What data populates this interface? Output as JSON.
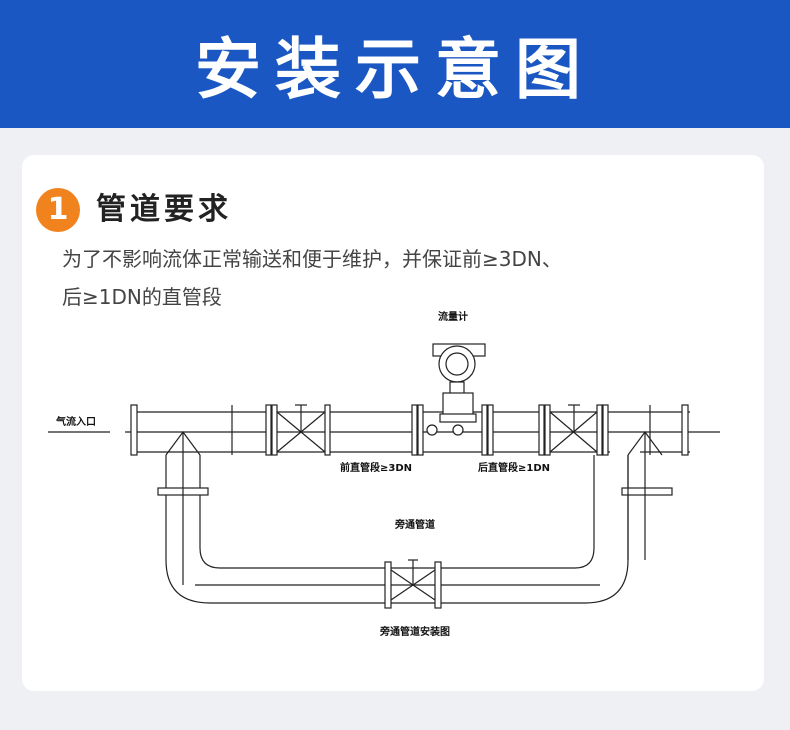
{
  "header": {
    "title": "安装示意图"
  },
  "section": {
    "number": "1",
    "title": "管道要求",
    "description_line1": "为了不影响流体正常输送和便于维护，并保证前≥3DN、",
    "description_line2": "后≥1DN的直管段"
  },
  "diagram": {
    "flowmeter": "流量计",
    "inlet": "气流入口",
    "front_straight": "前直管段≥3DN",
    "rear_straight": "后直管段≥1DN",
    "bypass": "旁通管道",
    "caption": "旁通管道安装图"
  },
  "colors": {
    "header": "#1b57c3",
    "badge": "#f0831e"
  }
}
